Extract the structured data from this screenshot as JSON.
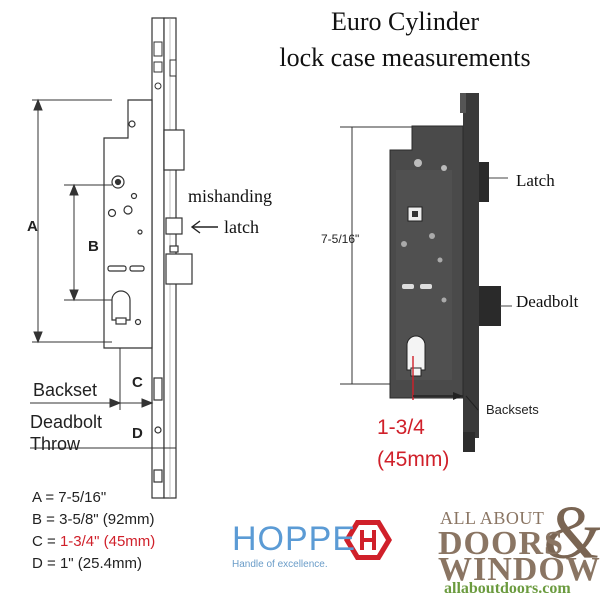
{
  "title": {
    "line1": "Euro Cylinder",
    "line2": "lock case measurements"
  },
  "left_diagram": {
    "dim_a": "A",
    "dim_b": "B",
    "dim_c": "C",
    "dim_d": "D",
    "mishanding_line1": "mishanding",
    "mishanding_line2": "latch",
    "arrow_glyph": "<--",
    "backset": "Backset",
    "deadbolt_line1": "Deadbolt",
    "deadbolt_line2": "Throw"
  },
  "right_diagram": {
    "height_label": "7-5/16\"",
    "latch": "Latch",
    "deadbolt": "Deadbolt",
    "backsets": "Backsets",
    "backset_value_line1": "1-3/4",
    "backset_value_line2": "(45mm)"
  },
  "legend": [
    {
      "prefix": "A = ",
      "value": "7-5/16\"",
      "highlight": false
    },
    {
      "prefix": "B = ",
      "value": "3-5/8\" (92mm)",
      "highlight": false
    },
    {
      "prefix": "C = ",
      "value": "1-3/4\" (45mm)",
      "highlight": true
    },
    {
      "prefix": "D = ",
      "value": "1\" (25.4mm)",
      "highlight": false
    }
  ],
  "hoppe": {
    "name": "HOPPE",
    "tagline": "Handle of excellence."
  },
  "brand": {
    "top": "ALL ABOUT",
    "line1": "DOORS",
    "ampersand": "&",
    "line2": "WINDOWS",
    "url": "allaboutdoors.com"
  },
  "colors": {
    "highlight": "#d0202a",
    "hoppe_blue": "#5b9bd5",
    "hoppe_red": "#d0202a",
    "brand_brown": "#8a7563",
    "brand_green": "#6b9b3f"
  }
}
